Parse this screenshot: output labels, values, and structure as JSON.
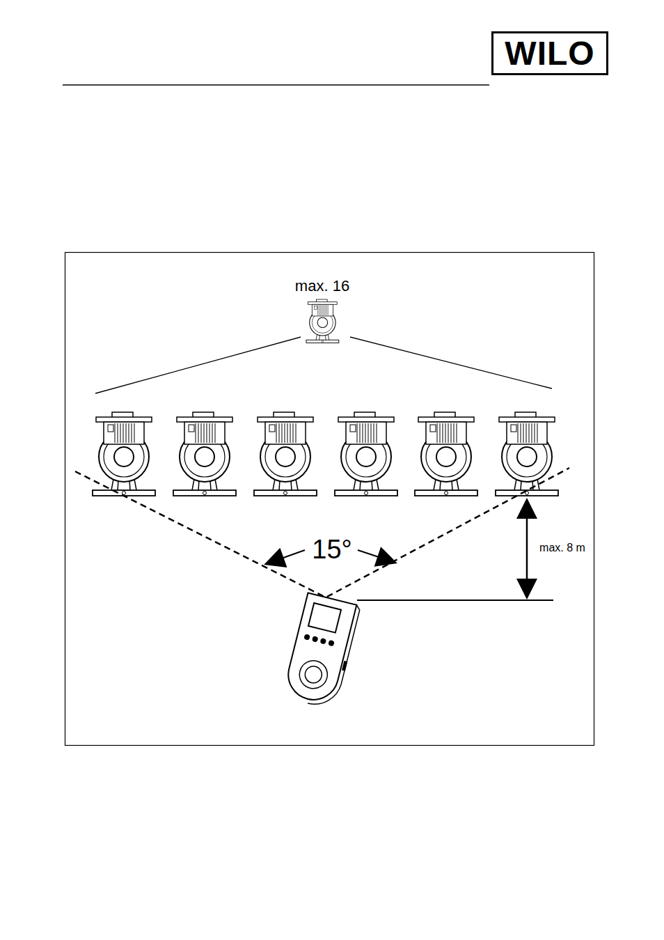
{
  "diagram": {
    "nodes": [
      {
        "text": [
          "WILO"
        ]
      }
    ],
    "labels": [
      "max. 16",
      "15°",
      "max. 8 m"
    ]
  }
}
